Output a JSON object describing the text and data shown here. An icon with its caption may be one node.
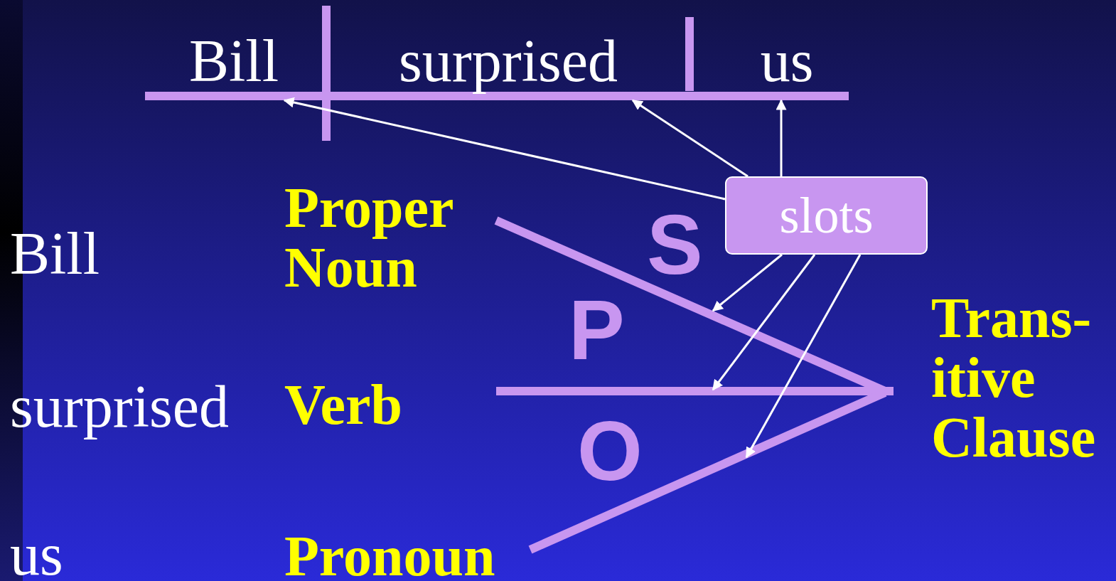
{
  "diagram": {
    "nodes": [
      {
        "text": [
          "Bill"
        ]
      },
      {
        "text": [
          "surprised"
        ]
      },
      {
        "text": [
          "us"
        ]
      },
      {
        "text": [
          "slots"
        ]
      }
    ],
    "edges": [
      {
        "from": 3,
        "to": 0,
        "arrow": "to"
      },
      {
        "from": 3,
        "to": 1,
        "arrow": "to"
      },
      {
        "from": 3,
        "to": 2,
        "arrow": "to"
      },
      {
        "from": 3,
        "to": null,
        "arrow": "to"
      },
      {
        "from": 3,
        "to": null,
        "arrow": "to"
      },
      {
        "from": 3,
        "to": null,
        "arrow": "to"
      }
    ],
    "labels": [
      "Proper Noun",
      "S",
      "Bill",
      "P",
      "Trans- itive Clause",
      "surprised",
      "Verb",
      "O",
      "us",
      "Pronoun"
    ]
  }
}
